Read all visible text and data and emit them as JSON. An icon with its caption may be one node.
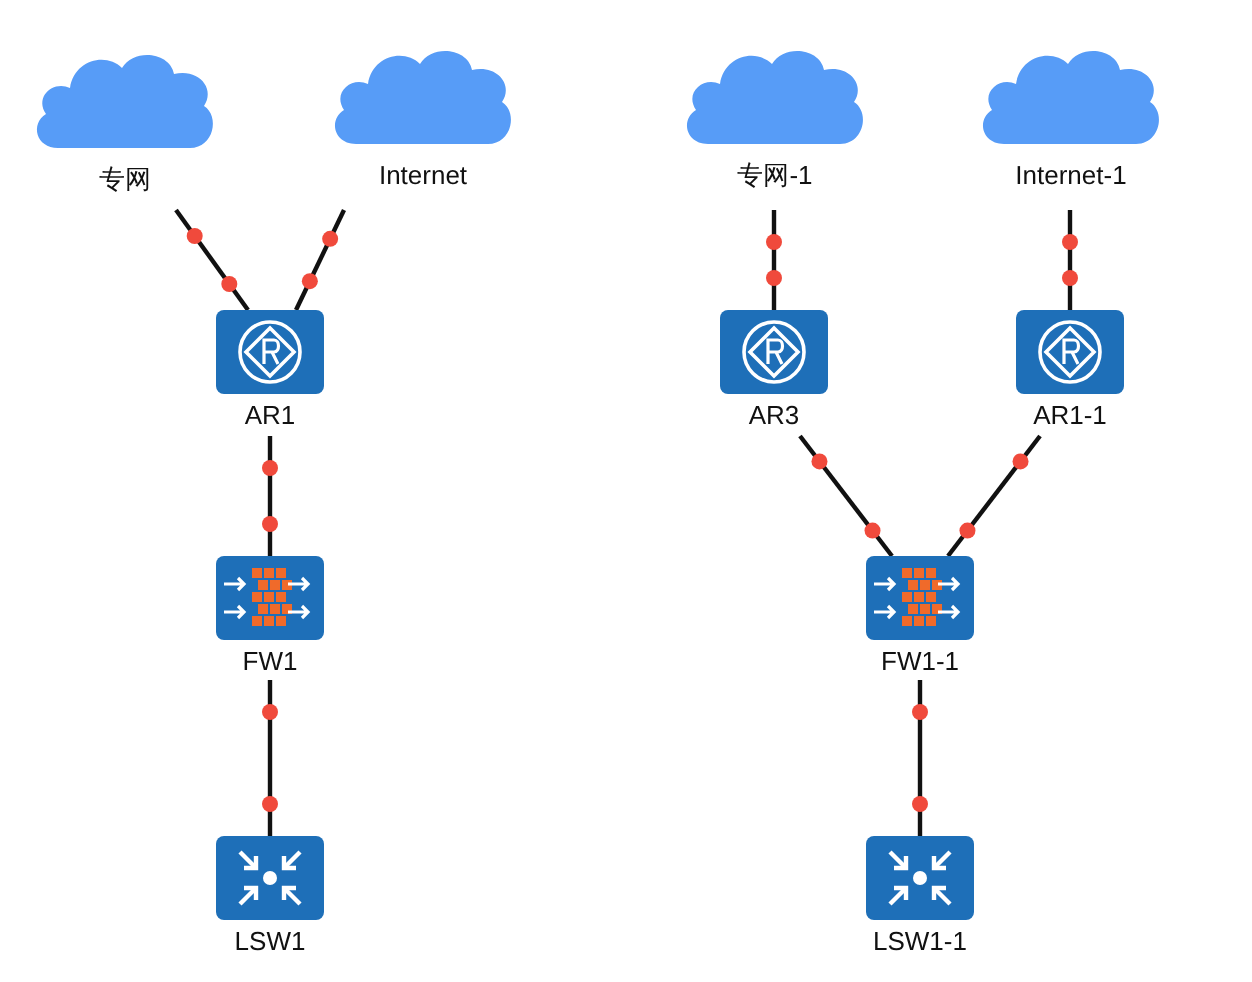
{
  "diagram": {
    "nodes": [
      {
        "text": [
          "专网"
        ]
      },
      {
        "text": [
          "Internet"
        ]
      },
      {
        "text": [
          "专网-1"
        ]
      },
      {
        "text": [
          "Internet-1"
        ]
      },
      {
        "text": [
          "AR1"
        ]
      },
      {
        "text": [
          "AR3"
        ]
      },
      {
        "text": [
          "AR1-1"
        ]
      },
      {
        "text": [
          "FW1"
        ]
      },
      {
        "text": [
          "FW1-1"
        ]
      },
      {
        "text": [
          "LSW1"
        ]
      },
      {
        "text": [
          "LSW1-1"
        ]
      }
    ],
    "edges": [
      {
        "from": 0,
        "to": 4,
        "arrow": "none"
      },
      {
        "from": 1,
        "to": 4,
        "arrow": "none"
      },
      {
        "from": 4,
        "to": 7,
        "arrow": "none"
      },
      {
        "from": 7,
        "to": 9,
        "arrow": "none"
      },
      {
        "from": 2,
        "to": 5,
        "arrow": "none"
      },
      {
        "from": 3,
        "to": 6,
        "arrow": "none"
      },
      {
        "from": 5,
        "to": 8,
        "arrow": "none"
      },
      {
        "from": 6,
        "to": 8,
        "arrow": "none"
      },
      {
        "from": 8,
        "to": 10,
        "arrow": "none"
      }
    ]
  }
}
